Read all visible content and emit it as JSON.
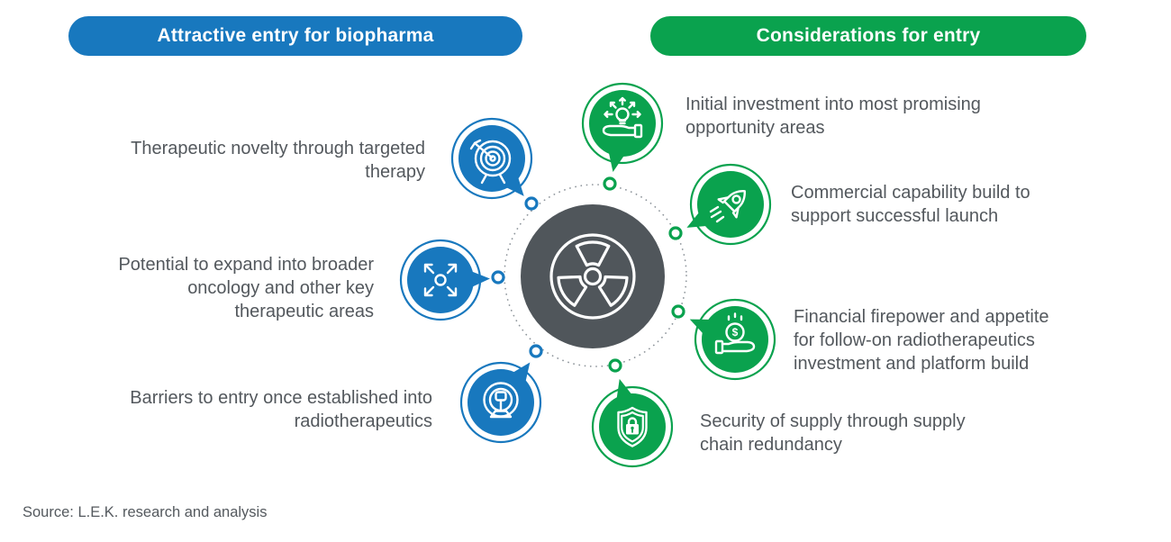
{
  "headers": {
    "attractive": "Attractive entry for biopharma",
    "considerations": "Considerations for entry"
  },
  "colors": {
    "blue": "#1878BE",
    "green": "#0AA24E",
    "hub_dark": "#50565B",
    "body_text": "#53585D"
  },
  "attractive_items": [
    {
      "icon": "target-dartboard-icon",
      "label": "Therapeutic novelty through targeted\ntherapy"
    },
    {
      "icon": "expand-arrows-icon",
      "label": "Potential to expand into broader\noncology and other key\ntherapeutic areas"
    },
    {
      "icon": "barrier-gate-icon",
      "label": "Barriers to entry once established into\nradiotherapeutics"
    }
  ],
  "consideration_items": [
    {
      "icon": "hand-lightbulb-icon",
      "label": "Initial investment into most promising\nopportunity areas"
    },
    {
      "icon": "rocket-icon",
      "label": "Commercial capability build to\nsupport successful launch"
    },
    {
      "icon": "hand-coin-icon",
      "label": "Financial firepower and appetite\nfor follow-on radiotherapeutics\ninvestment and platform build"
    },
    {
      "icon": "shield-lock-icon",
      "label": "Security of supply through supply\nchain redundancy"
    }
  ],
  "center": {
    "icon": "radiation-trefoil-icon",
    "coin_symbol": "$"
  },
  "source": "Source: L.E.K. research and analysis"
}
